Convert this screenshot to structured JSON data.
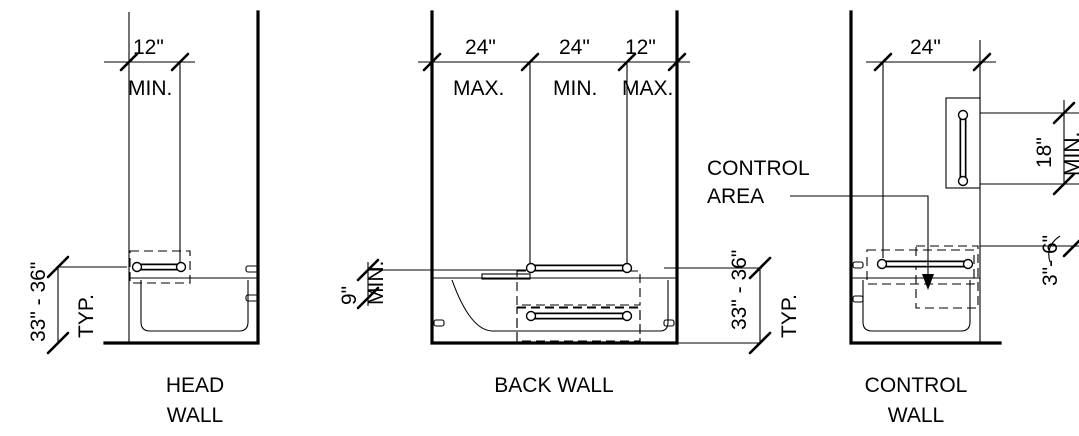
{
  "head_wall": {
    "title_line1": "HEAD",
    "title_line2": "WALL",
    "width_dim": "12\"",
    "width_note": "MIN.",
    "height_dim": "33\" - 36\"",
    "height_note": "TYP."
  },
  "back_wall": {
    "title": "BACK WALL",
    "dim_left": "24\"",
    "dim_left_note": "MAX.",
    "dim_center": "24\"",
    "dim_center_note": "MIN.",
    "dim_right": "12\"",
    "dim_right_note": "MAX.",
    "spacing_dim": "9\"",
    "spacing_note": "MIN.",
    "height_dim": "33\" - 36\"",
    "height_note": "TYP."
  },
  "control_wall": {
    "title_line1": "CONTROL",
    "title_line2": "WALL",
    "width_dim": "24\"",
    "area_label_line1": "CONTROL",
    "area_label_line2": "AREA",
    "vertical_bar_dim": "18\"",
    "vertical_bar_note": "MIN.",
    "offset_dim": "3\"- 6\""
  },
  "colors": {
    "line": "#000000",
    "background": "#ffffff"
  }
}
